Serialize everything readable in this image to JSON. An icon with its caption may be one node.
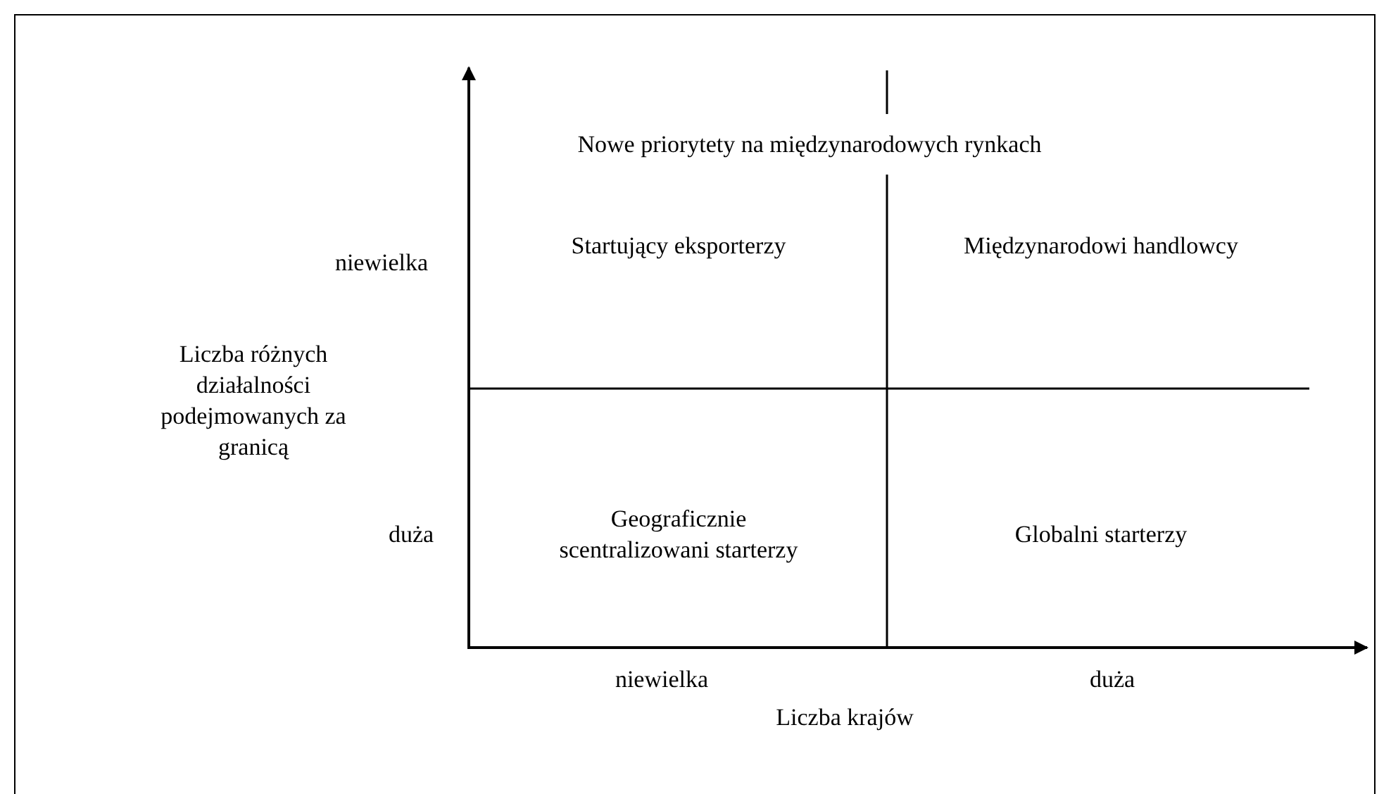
{
  "diagram": {
    "labels": [
      "Nowe priorytety na międzynarodowych rynkach",
      "niewielka",
      "Startujący eksporterzy",
      "Międzynarodowi handlowcy",
      "Liczba różnych działalności podejmowanych za granicą",
      "duża",
      "Geograficznie scentralizowani starterzy",
      "Globalni starterzy",
      "niewielka",
      "duża",
      "Liczba krajów"
    ]
  }
}
